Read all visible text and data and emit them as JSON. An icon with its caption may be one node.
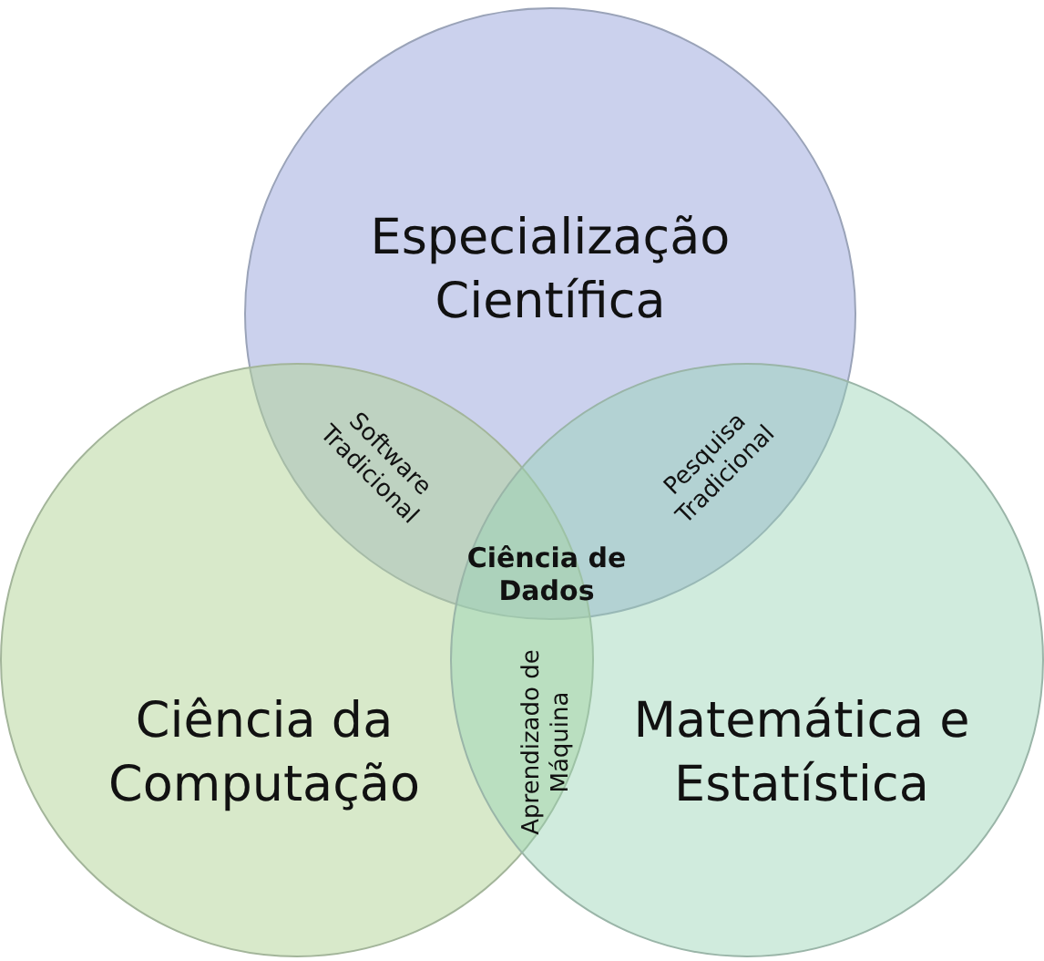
{
  "diagram": {
    "nodes": [
      {
        "text": [
          "Especialização Científica"
        ]
      },
      {
        "text": [
          "Ciência da Computação"
        ]
      },
      {
        "text": [
          "Matemática e Estatística"
        ]
      }
    ],
    "labels": [
      "Software Tradicional",
      "Pesquisa Tradicional",
      "Ciência de Dados",
      "Aprendizado de Máquina"
    ]
  }
}
